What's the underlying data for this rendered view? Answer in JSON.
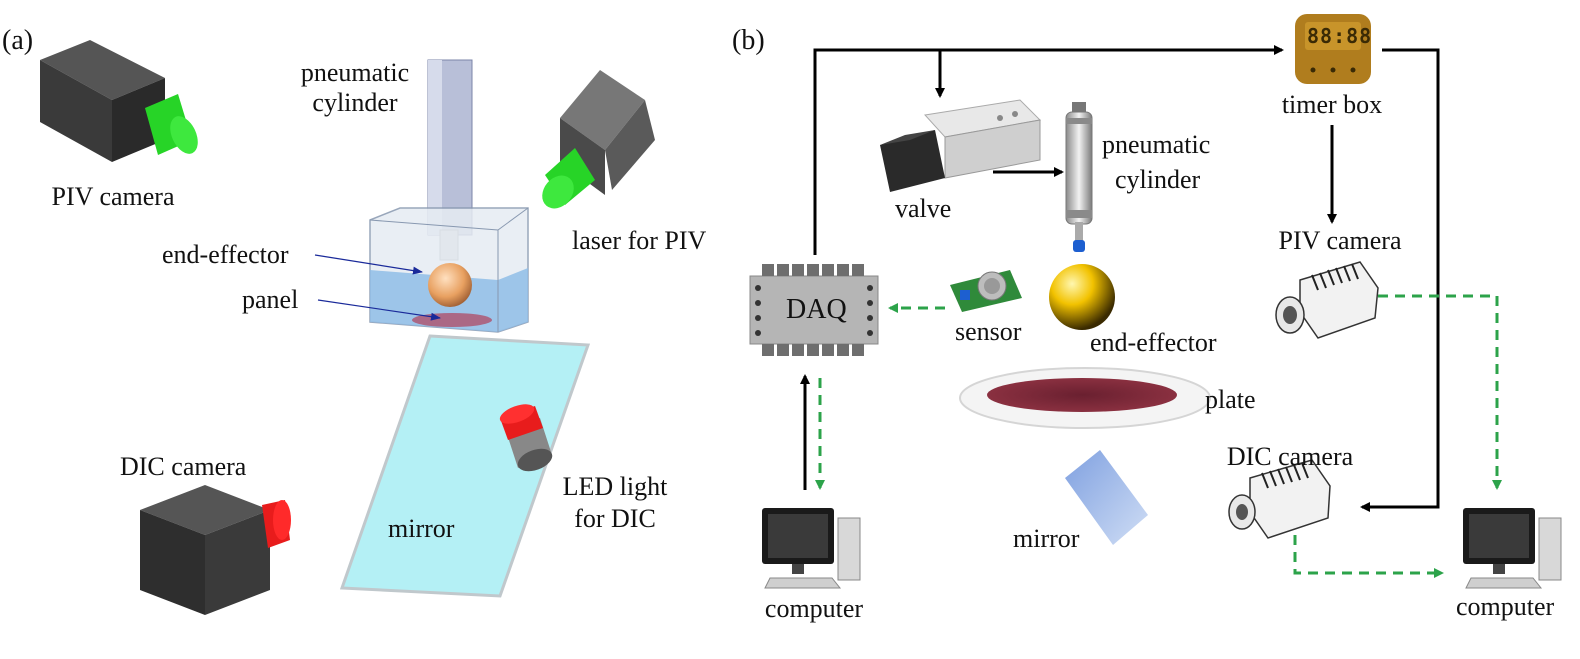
{
  "panel_a": {
    "label": "(a)",
    "piv_camera": "PIV camera",
    "pneumatic_cylinder": [
      "pneumatic",
      "cylinder"
    ],
    "laser": "laser for PIV",
    "end_effector": "end-effector",
    "panel": "panel",
    "dic_camera": "DIC camera",
    "mirror": "mirror",
    "led_light": [
      "LED light",
      "for DIC"
    ]
  },
  "panel_b": {
    "label": "(b)",
    "timer_box": "timer box",
    "timer_display": "88:88",
    "valve": "valve",
    "pneumatic_cylinder": [
      "pneumatic",
      "cylinder"
    ],
    "daq": "DAQ",
    "sensor": "sensor",
    "end_effector": "end-effector",
    "plate": "plate",
    "piv_camera": "PIV camera",
    "dic_camera": "DIC camera",
    "mirror": "mirror",
    "computer_left": "computer",
    "computer_right": "computer"
  },
  "colors": {
    "signal_line": "#000000",
    "data_line": "#2ca34a",
    "camera_body": "#333333",
    "piv_lens": "#27d427",
    "dic_lens": "#e81c1c",
    "water": "#9ec9ec",
    "mirror_a": "#b4f0f5",
    "timer_box": "#b07d1e",
    "end_effector_ball": "#f2c200"
  }
}
